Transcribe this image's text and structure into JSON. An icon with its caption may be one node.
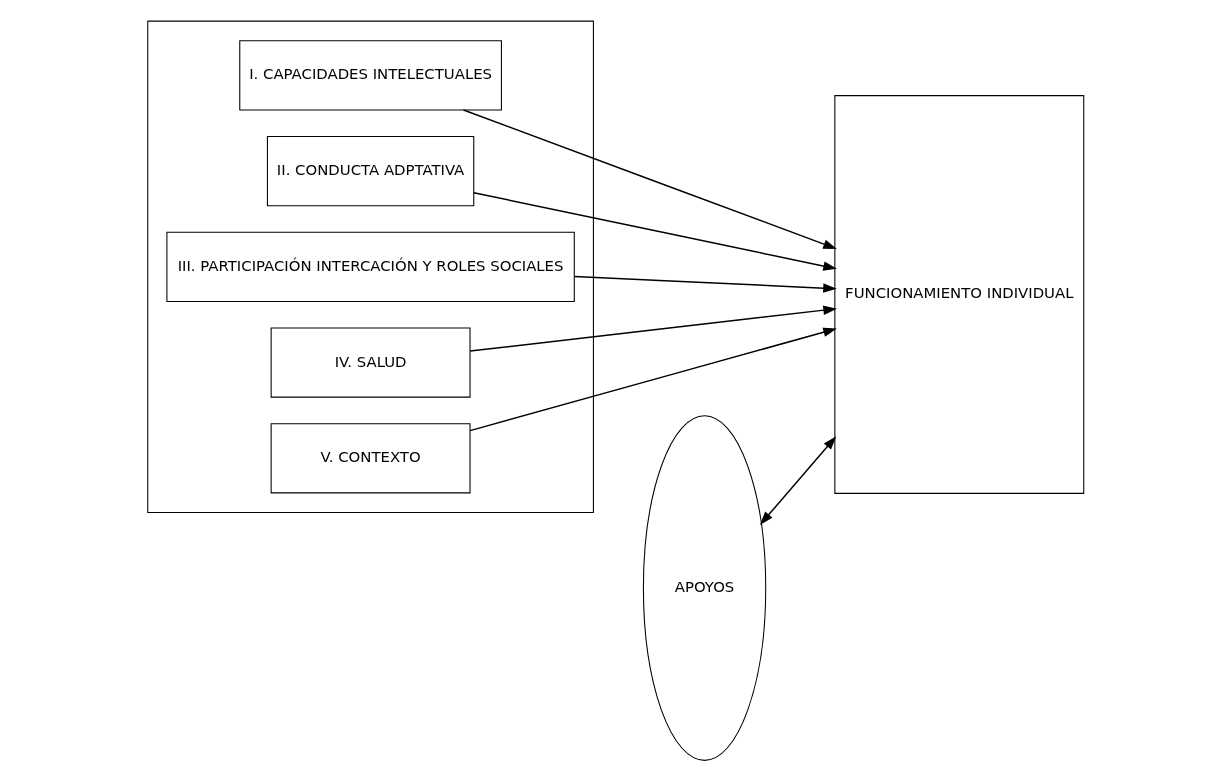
{
  "diagram": {
    "nodes": [
      {
        "text": [],
        "shape": "box"
      },
      {
        "text": [
          "I. CAPACIDADES INTELECTUALES"
        ],
        "in": 0
      },
      {
        "text": [
          "II. CONDUCTA ADPTATIVA"
        ],
        "in": 0
      },
      {
        "text": [
          "III. PARTICIPACIÓN INTERCACIÓN Y ROLES SOCIALES"
        ],
        "in": 0
      },
      {
        "text": [
          "IV. SALUD"
        ],
        "in": 0
      },
      {
        "text": [
          "V. CONTEXTO"
        ],
        "in": 0
      },
      {
        "text": [
          "APOYOS"
        ]
      },
      {
        "text": [
          "FUNCIONAMIENTO INDIVIDUAL"
        ]
      }
    ],
    "edges": [
      {
        "from": 1,
        "to": 7,
        "arrow": "to"
      },
      {
        "from": 2,
        "to": 7,
        "arrow": "to"
      },
      {
        "from": 3,
        "to": 7,
        "arrow": "to"
      },
      {
        "from": 6,
        "to": 7,
        "arrow": "both"
      },
      {
        "from": 4,
        "to": 7,
        "arrow": "to"
      },
      {
        "from": 5,
        "to": 7,
        "arrow": "to"
      }
    ]
  }
}
